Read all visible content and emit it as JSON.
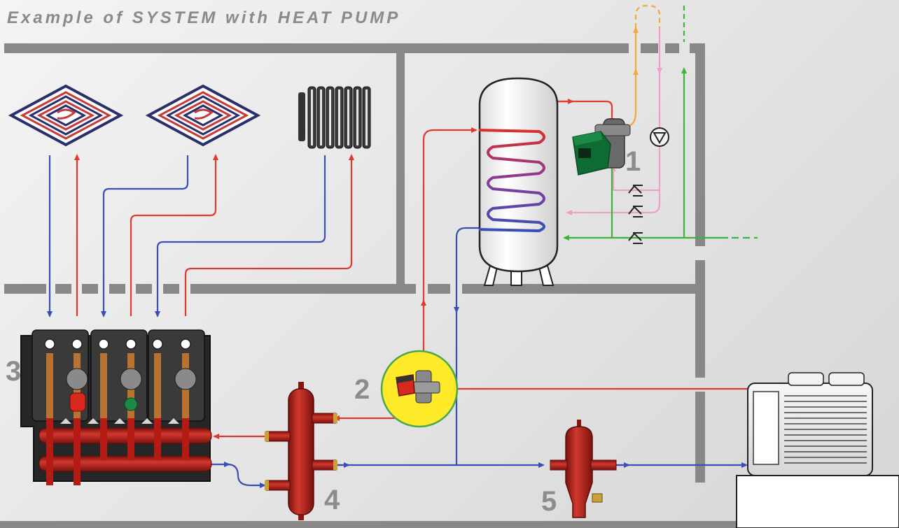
{
  "title": "Example of SYSTEM with HEAT PUMP",
  "labels": {
    "n1": "1",
    "n2": "2",
    "n3": "3",
    "n4": "4",
    "n5": "5"
  },
  "colors": {
    "hot": "#e03a2e",
    "cold": "#3a4fb5",
    "mains": "#3cb43c",
    "recirc": "#f0a0c8",
    "dhw_out": "#f2a83a",
    "wall": "#888888",
    "component": "#b8231c",
    "highlight": "#ffea2a"
  },
  "icons": {
    "pump": "pump-circle-icon",
    "check_valve": "check-valve-icon"
  }
}
